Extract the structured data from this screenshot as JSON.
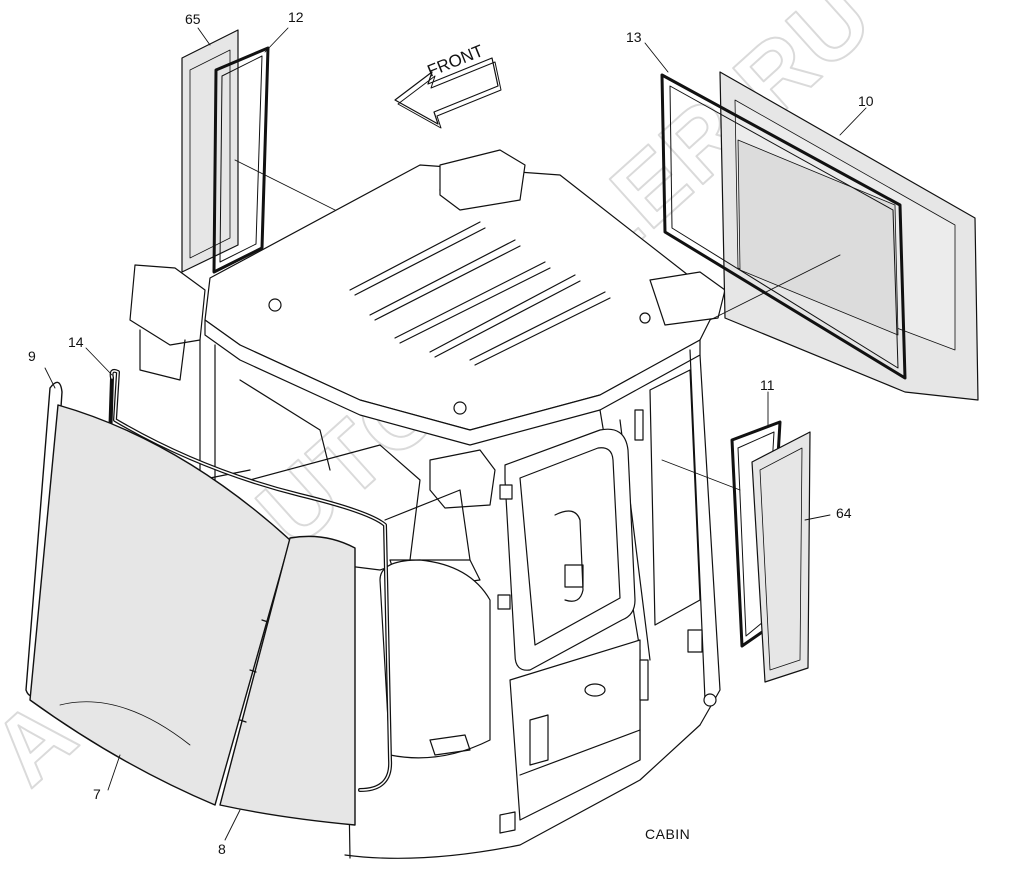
{
  "diagram": {
    "caption": "CABIN",
    "direction_label": "FRONT",
    "watermark": "ACAT.AUTODEALER.RU",
    "callouts": {
      "p65": "65",
      "p12": "12",
      "p13": "13",
      "p10": "10",
      "p9": "9",
      "p14": "14",
      "p11": "11",
      "p64": "64",
      "p7": "7",
      "p8": "8"
    },
    "colors": {
      "line": "#111111",
      "glass": "#e6e6e6",
      "glass_dark": "#cfcfcf",
      "watermark": "#c8c8c8"
    }
  }
}
